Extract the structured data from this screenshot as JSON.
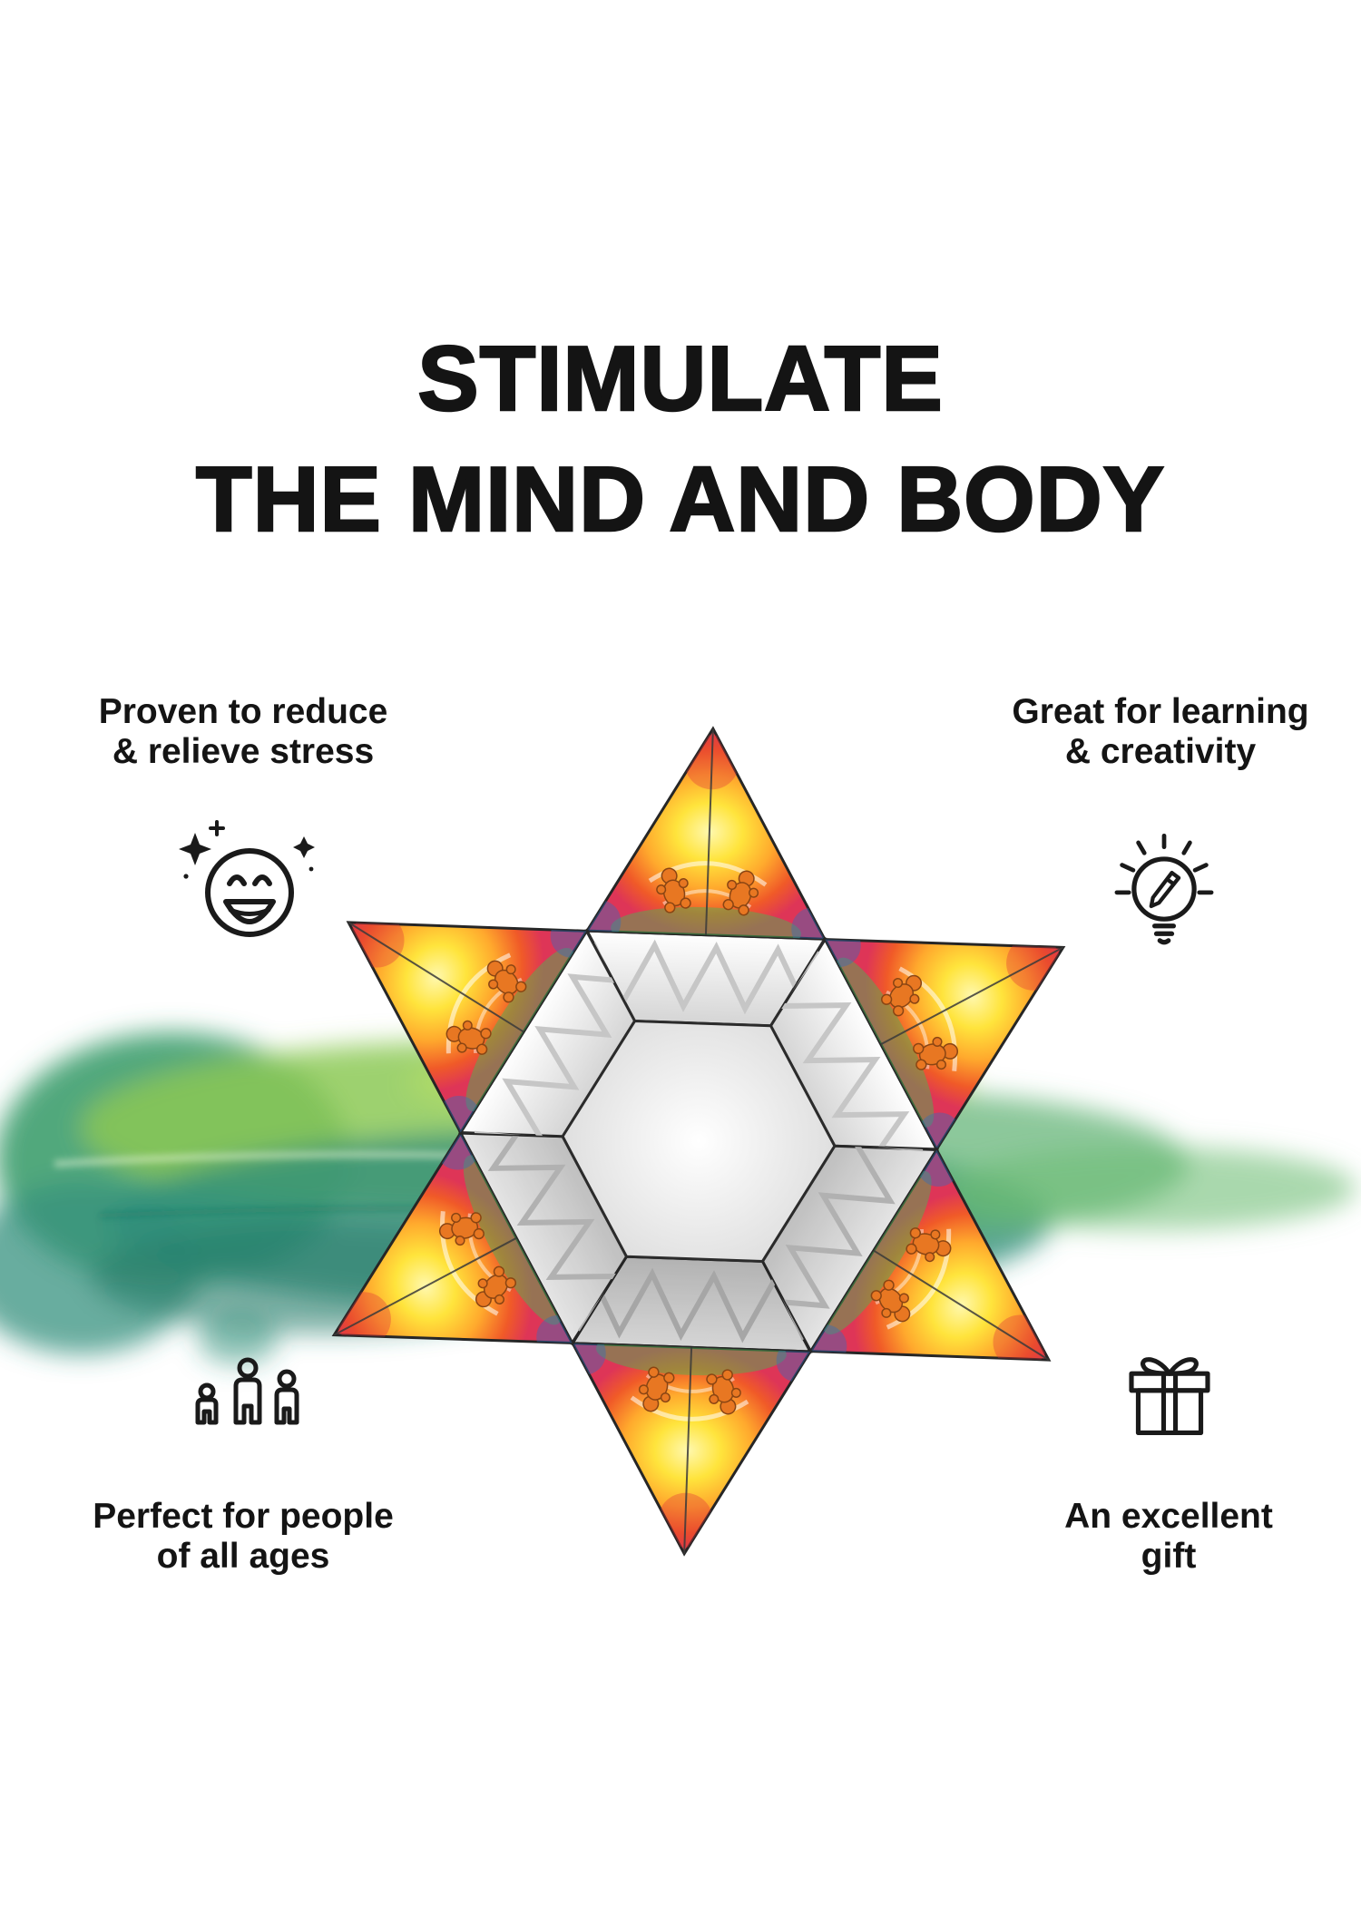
{
  "page": {
    "background_color": "#ffffff",
    "text_color": "#141414"
  },
  "headline": {
    "line1": "STIMULATE",
    "line2": "THE MIND AND BODY"
  },
  "features": {
    "stress": {
      "line1": "Proven to reduce",
      "line2": "& relieve stress",
      "icon": "laughing-face-icon"
    },
    "learning": {
      "line1": "Great for learning",
      "line2": "& creativity",
      "icon": "lightbulb-pencil-icon"
    },
    "ages": {
      "line1": "Perfect for people",
      "line2": "of all ages",
      "icon": "people-three-icon"
    },
    "gift": {
      "line1": "An excellent",
      "line2": "gift",
      "icon": "gift-box-icon"
    }
  },
  "product": {
    "name": "magnetic-star-puzzle-cube",
    "shape": "six-pointed-star",
    "palette": {
      "yellow": "#ffe43c",
      "orange": "#ffa92d",
      "red": "#f05a28",
      "magenta": "#de3557",
      "green": "#4faf52",
      "blue": "#2f6fc0",
      "bear_orange": "#e87722",
      "inner_ring": "#e8e8e8"
    }
  },
  "backdrop": {
    "type": "paint-stroke",
    "colors": [
      "#2f8f7a",
      "#8cc956",
      "#b5de67",
      "#3f9e6e"
    ]
  }
}
